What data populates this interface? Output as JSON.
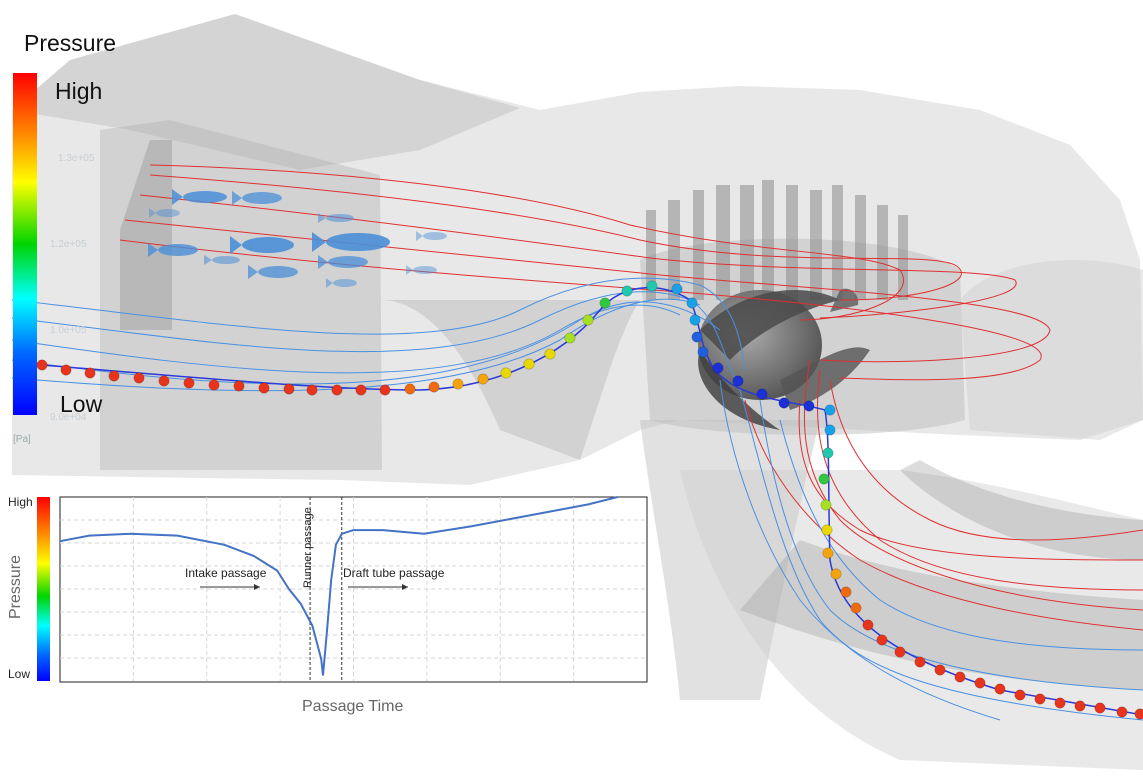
{
  "legend": {
    "title": "Pressure",
    "high_label": "High",
    "low_label": "Low",
    "unit": "[Pa]",
    "faint_ticks": [
      "1.3e+05",
      "1.2e+05",
      "1.0e+05",
      "9.0e+04"
    ],
    "gradient_colors": [
      "#ff0000",
      "#ff8a00",
      "#ffff00",
      "#00d400",
      "#00ffff",
      "#0066ff",
      "#0000ff"
    ]
  },
  "chart_data": {
    "type": "line",
    "xlabel": "Passage Time",
    "ylabel": "Pressure",
    "y_tick_labels": [
      "Low",
      "High"
    ],
    "ylim": [
      0,
      1
    ],
    "grid": true,
    "x": [
      0,
      0.05,
      0.12,
      0.2,
      0.28,
      0.33,
      0.37,
      0.39,
      0.41,
      0.43,
      0.445,
      0.448,
      0.455,
      0.462,
      0.47,
      0.48,
      0.5,
      0.55,
      0.62,
      0.7,
      0.8,
      0.9,
      0.95
    ],
    "series": [
      {
        "values": [
          0.76,
          0.79,
          0.8,
          0.79,
          0.74,
          0.68,
          0.6,
          0.5,
          0.42,
          0.3,
          0.12,
          0.03,
          0.28,
          0.55,
          0.74,
          0.8,
          0.82,
          0.82,
          0.8,
          0.84,
          0.9,
          0.96,
          1.0
        ]
      }
    ],
    "annotations": [
      {
        "text": "Intake passage",
        "x": 0.22,
        "y": 0.58
      },
      {
        "text": "Runner passage",
        "x": 0.44,
        "y": 0.8
      },
      {
        "text": "Draft tube passage",
        "x": 0.58,
        "y": 0.58
      }
    ],
    "region_bounds": [
      0.426,
      0.48
    ],
    "line_color": "#4472c4"
  },
  "scene": {
    "particle_colors": [
      "#e8341c",
      "#f06a10",
      "#f5a30a",
      "#e8d800",
      "#a6e020",
      "#30c840",
      "#20c8b0",
      "#18a0e8",
      "#2060e0",
      "#1c30d8"
    ],
    "streamline_colors": {
      "fish_path": "#e03030",
      "flow": "#4a90e2"
    },
    "fish_color": "#4a8fd8"
  }
}
